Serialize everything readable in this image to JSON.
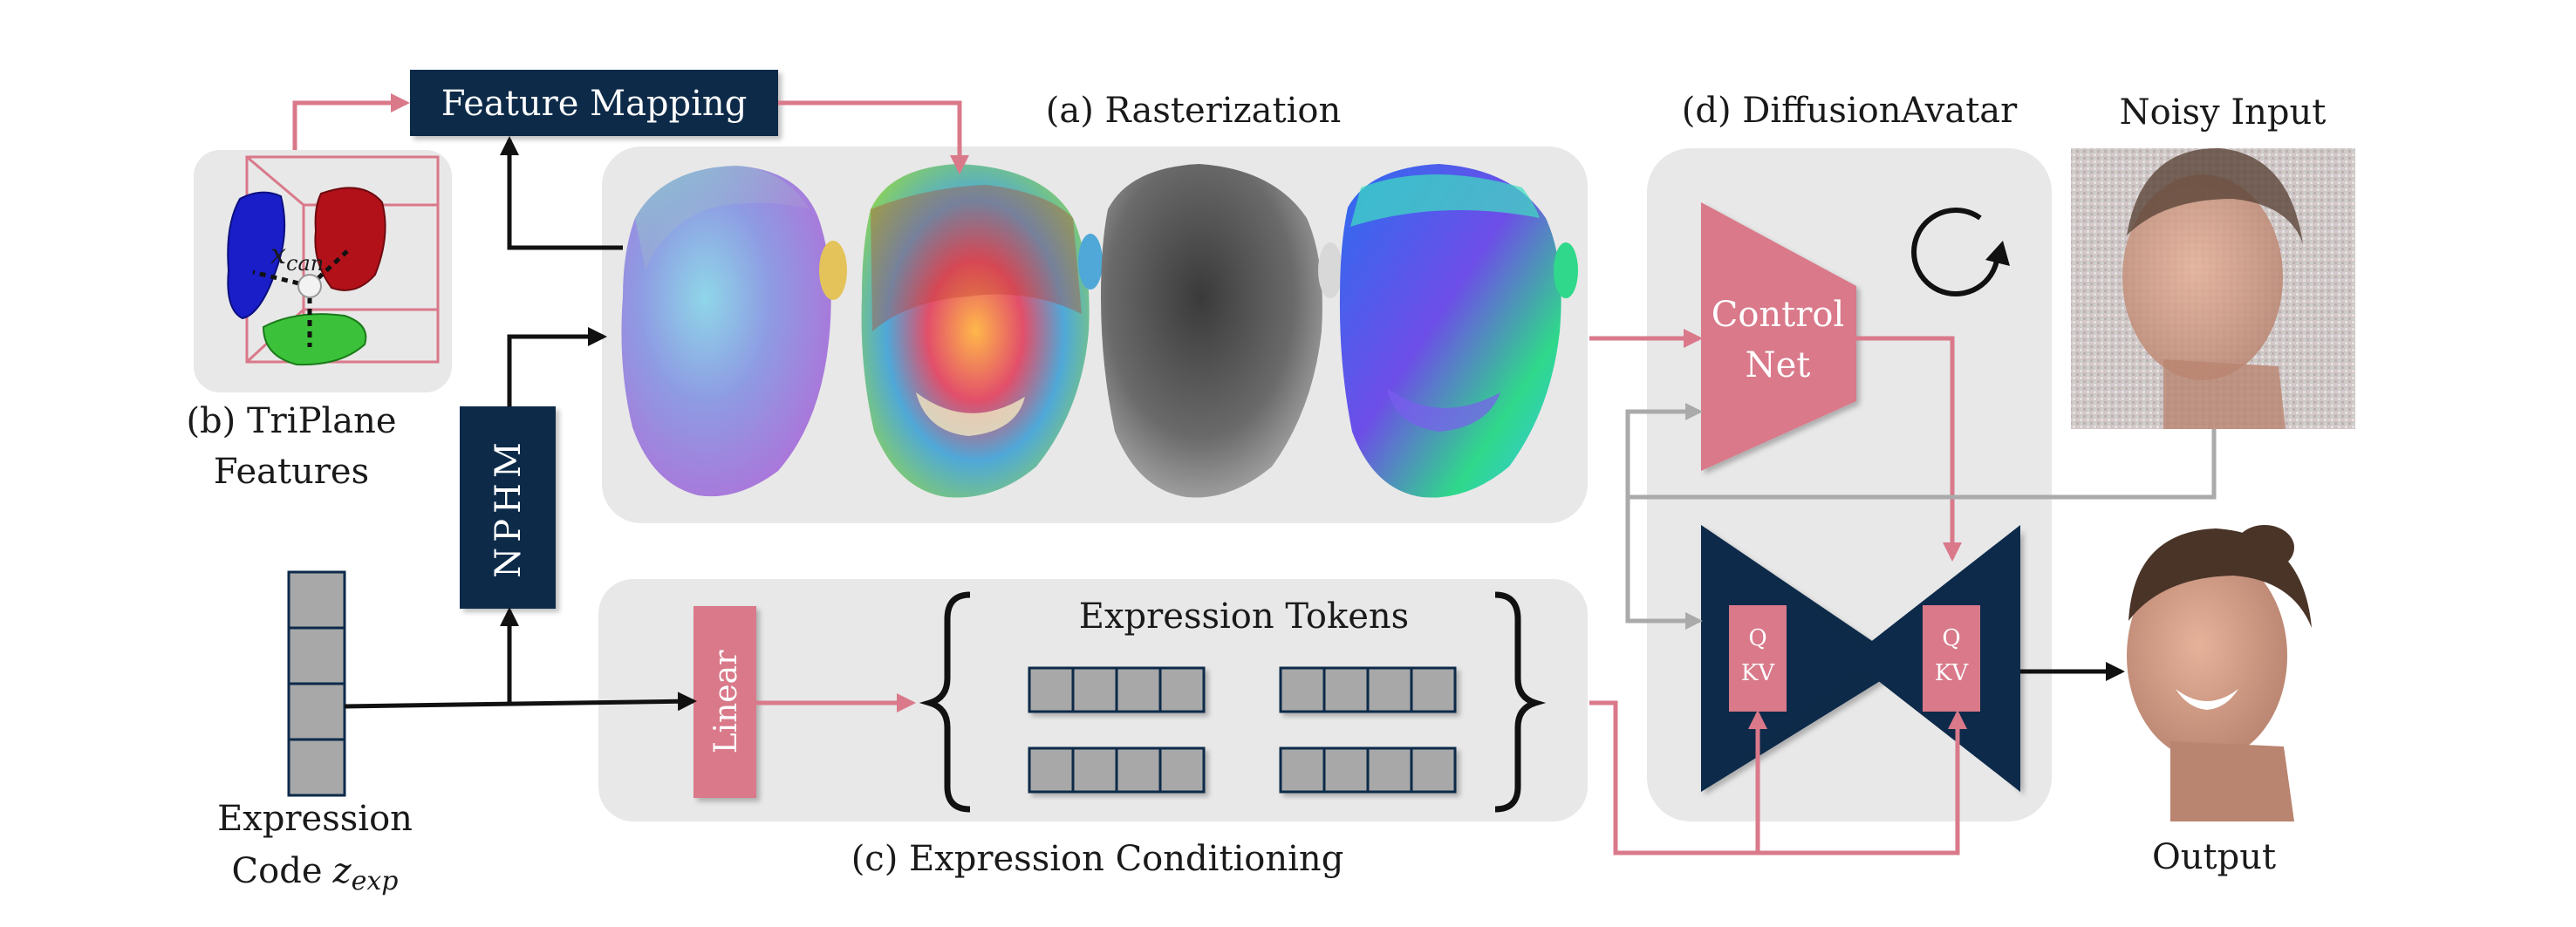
{
  "labels": {
    "feature_mapping": "Feature Mapping",
    "rasterization": "(a) Rasterization",
    "diffusion_avatar": "(d) DiffusionAvatar",
    "noisy_input": "Noisy Input",
    "triplane_line1": "(b) TriPlane",
    "triplane_line2": "Features",
    "nphm": "NPHM",
    "control_net_line1": "Control",
    "control_net_line2": "Net",
    "expression_tokens": "Expression Tokens",
    "linear": "Linear",
    "q": "Q",
    "kv": "KV",
    "expression_code_line1": "Expression",
    "expression_code_line2": "Code",
    "expression_code_symbol": "z",
    "expression_code_subscript": "exp",
    "x_can_symbol": "x",
    "x_can_subscript": "can",
    "expression_conditioning": "(c) Expression Conditioning",
    "output": "Output"
  },
  "colors": {
    "navy": "#0d2a4a",
    "pink": "#d9798a",
    "panel": "#e8e8e8",
    "token": "#a8a8a8"
  },
  "icons": [
    "cycle-arrow-icon"
  ]
}
